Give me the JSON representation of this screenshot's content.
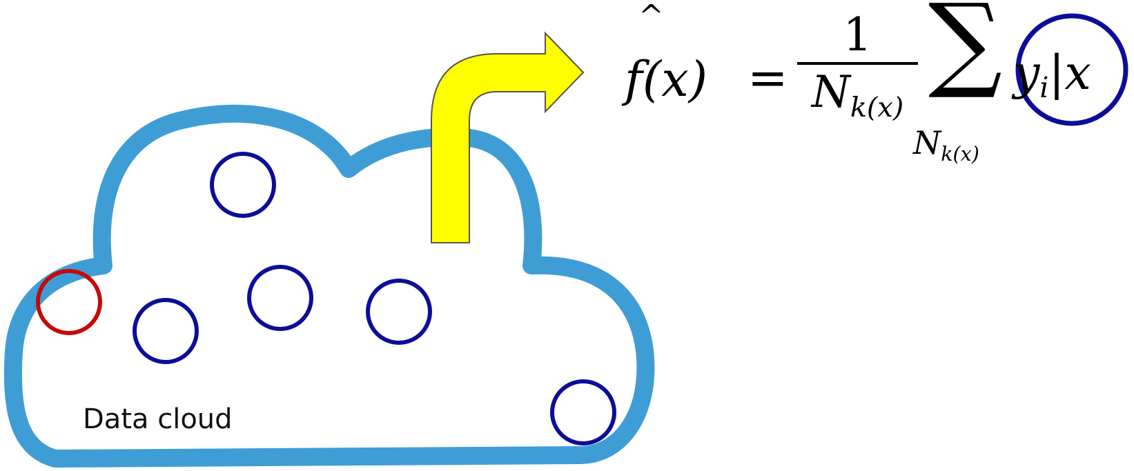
{
  "diagram": {
    "cloud_label": "Data cloud",
    "colors": {
      "cloud_outline": "#3f9dd6",
      "point": "#0d0d99",
      "query_point": "#c40a0a",
      "arrow_fill": "#ffff00",
      "arrow_stroke": "#555555"
    },
    "formula": {
      "lhs_f": "f",
      "lhs_hat": "^",
      "lhs_arg": "(x)",
      "equals": "=",
      "numerator": "1",
      "denominator_base": "N",
      "denominator_sub": "k(x)",
      "sum_symbol": "∑",
      "sum_sub_base": "N",
      "sum_sub_sub": "k(x)",
      "term_y": "y",
      "term_i": "i",
      "term_rest": "|x"
    }
  }
}
